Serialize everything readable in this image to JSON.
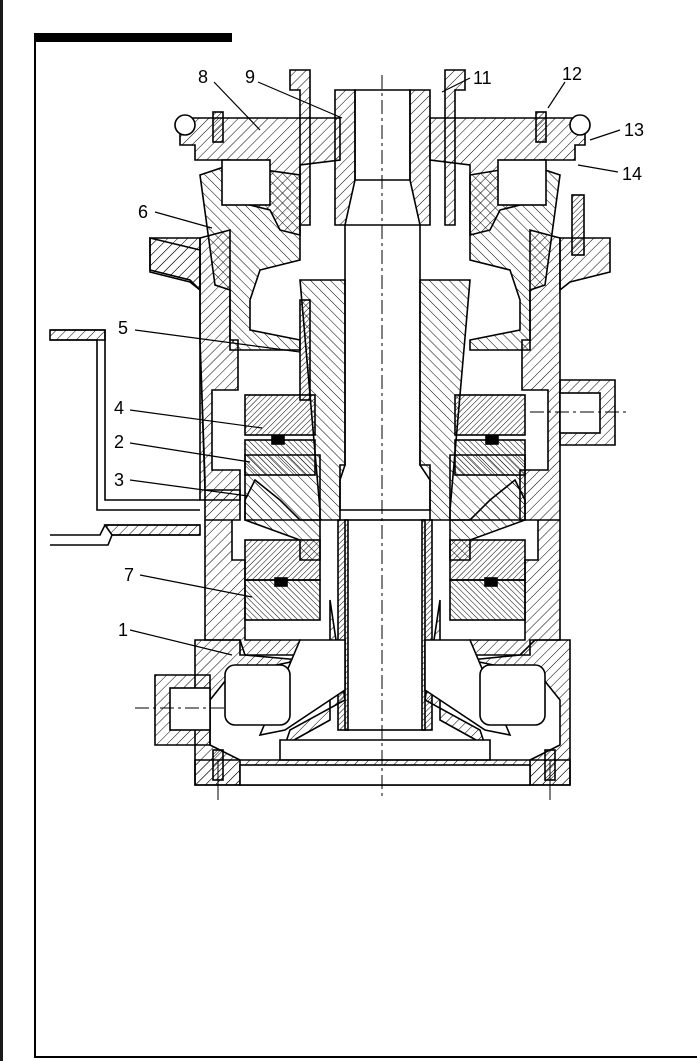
{
  "figure": {
    "callouts": [
      "1",
      "2",
      "3",
      "4",
      "5",
      "6",
      "7",
      "8",
      "9",
      "11",
      "12",
      "13",
      "14"
    ],
    "colors": {
      "ink": "#000000",
      "paper": "#ffffff"
    }
  }
}
